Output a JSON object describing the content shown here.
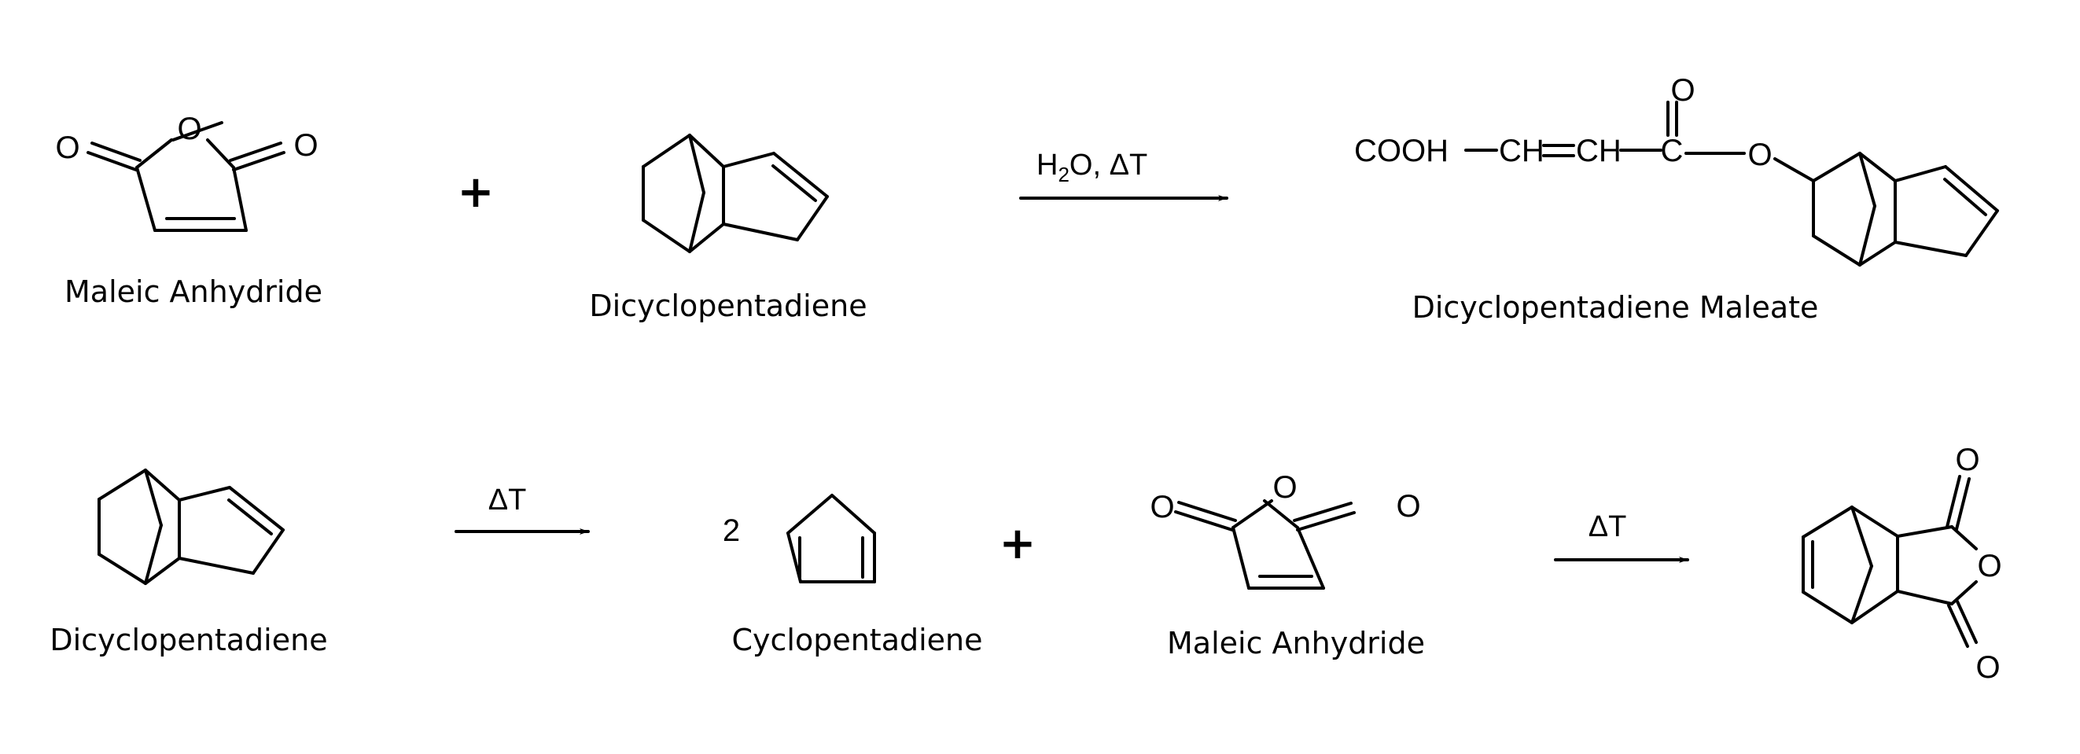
{
  "reaction1": {
    "reactant_a": {
      "caption": "Maleic Anhydride",
      "atoms": {
        "o_ring": "O",
        "o_left": "O",
        "o_right": "O"
      }
    },
    "plus": "+",
    "reactant_b": {
      "caption": "Dicyclopentadiene"
    },
    "conditions": {
      "prefix": "H",
      "subscript": "2",
      "suffix": "O, ΔT"
    },
    "product": {
      "caption": "Dicyclopentadiene Maleate",
      "chain": {
        "cooh": "COOH",
        "ch1": "CH",
        "ch2": "CH",
        "c": "C",
        "o_top": "O",
        "o_ester": "O"
      }
    }
  },
  "reaction2": {
    "reactant": {
      "caption": "Dicyclopentadiene"
    },
    "arrow1_label": "ΔT",
    "coefficient": "2",
    "intermediate": {
      "caption": "Cyclopentadiene"
    },
    "plus": "+",
    "dienophile": {
      "caption": "Maleic Anhydride",
      "atoms": {
        "o_ring": "O",
        "o_left": "O",
        "o_right": "O"
      }
    },
    "arrow2_label": "ΔT",
    "product": {
      "atoms": {
        "o_top": "O",
        "o_ring": "O",
        "o_bottom": "O"
      }
    }
  }
}
